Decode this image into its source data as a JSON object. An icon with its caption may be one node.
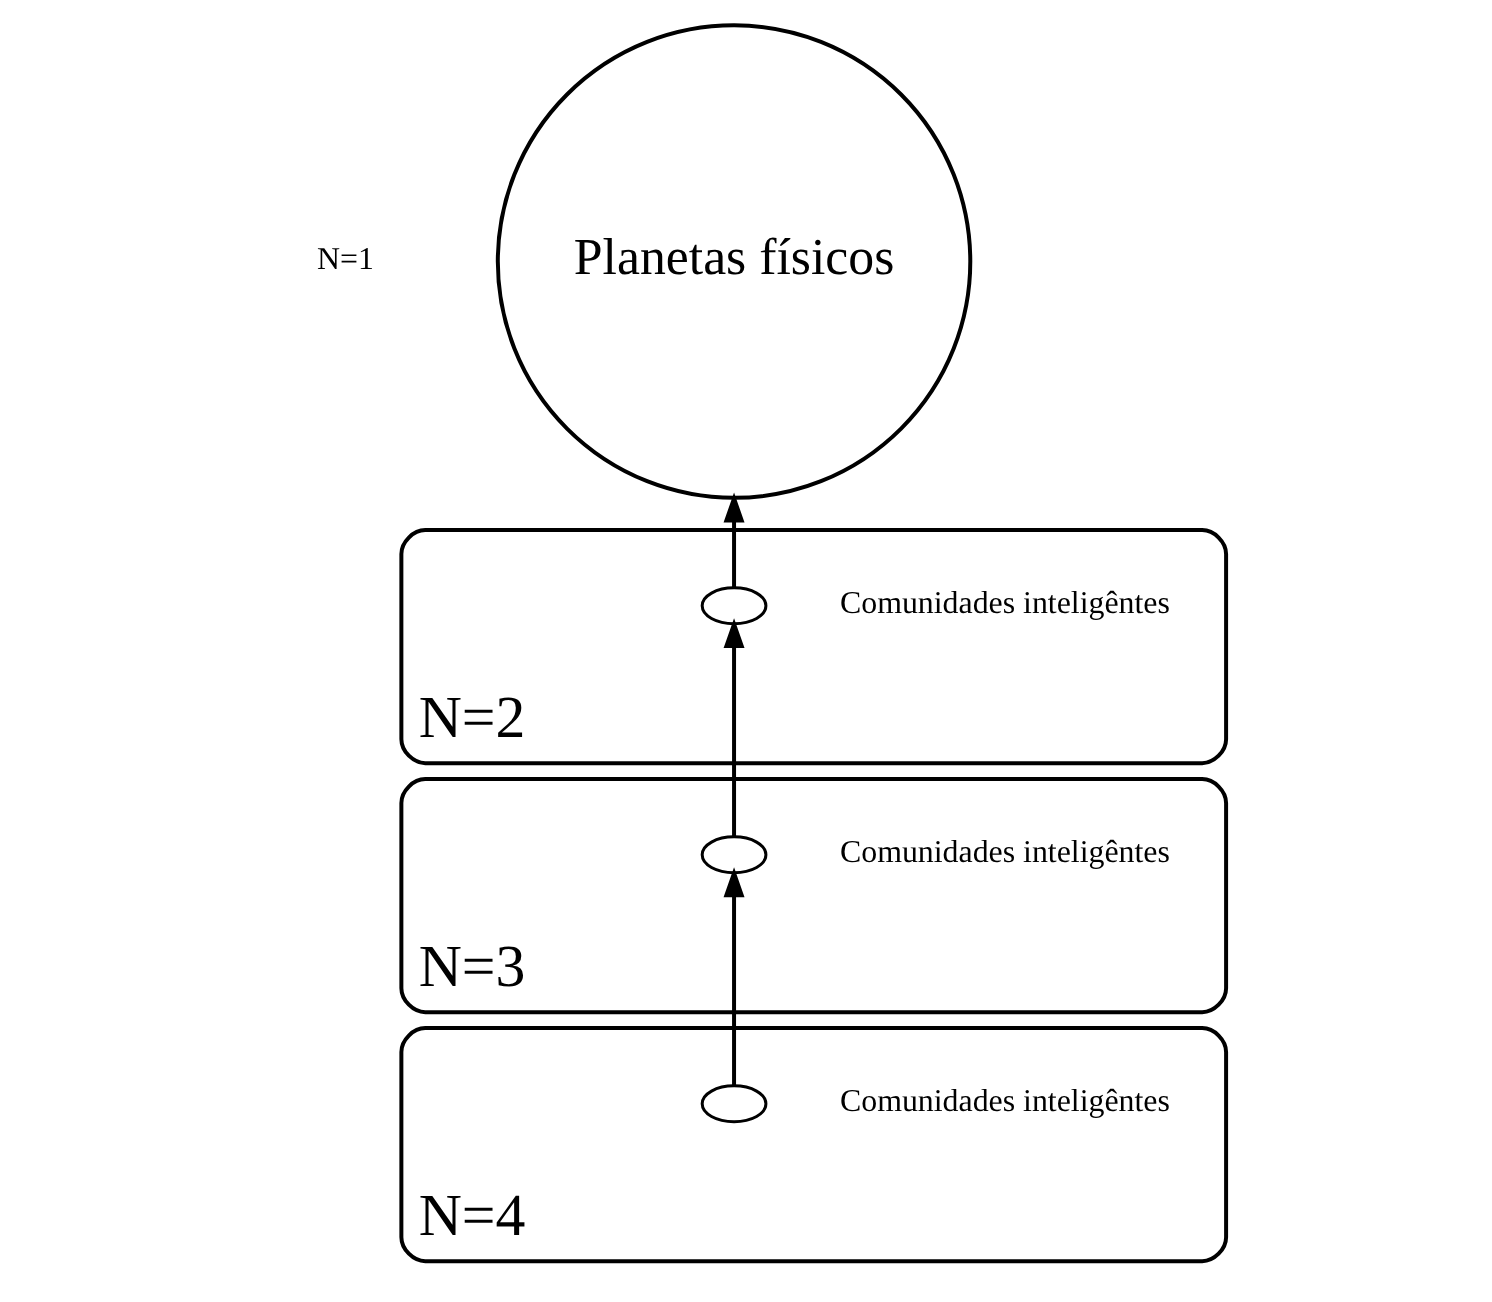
{
  "diagram": {
    "nodes": [
      {
        "text": [
          "Planetas físicos"
        ],
        "beside": [
          "N=1"
        ]
      },
      {
        "text": [
          "N=2"
        ]
      },
      {
        "text": [],
        "shape": "ellipse",
        "in": 1,
        "beside": [
          "Comunidades inteligêntes"
        ]
      },
      {
        "text": [
          "N=3"
        ]
      },
      {
        "text": [],
        "shape": "ellipse",
        "in": 3,
        "beside": [
          "Comunidades inteligêntes"
        ]
      },
      {
        "text": [
          "N=4"
        ]
      },
      {
        "text": [],
        "shape": "ellipse",
        "in": 5,
        "beside": [
          "Comunidades inteligêntes"
        ]
      }
    ],
    "edges": [
      {
        "from": 2,
        "to": 0,
        "arrow": "to"
      },
      {
        "from": 4,
        "to": 2,
        "arrow": "to"
      },
      {
        "from": 6,
        "to": 4,
        "arrow": "to"
      }
    ]
  }
}
